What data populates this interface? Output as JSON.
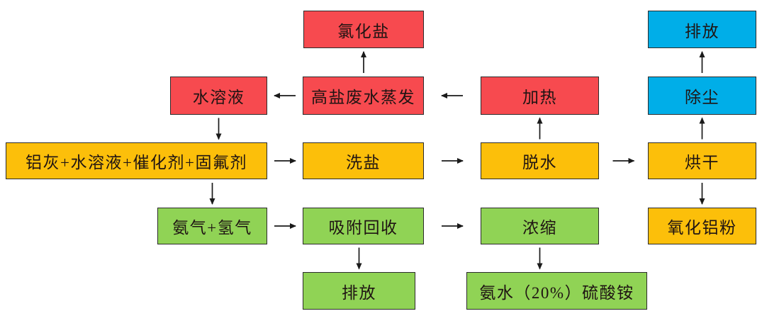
{
  "diagram": {
    "description": "Process flowchart with colored stage boxes connected by arrows",
    "palette": {
      "red": "#f74a4f",
      "orange": "#fcbf0a",
      "green": "#90d355",
      "blue": "#00aee8",
      "border": "#2b2b2b",
      "arrow": "#1a1a1a",
      "text": "#1f1413",
      "background": "#ffffff"
    },
    "nodes": [
      {
        "id": "chloride-salt",
        "label": "氯化盐",
        "color": "red"
      },
      {
        "id": "discharge-gas",
        "label": "排放",
        "color": "blue"
      },
      {
        "id": "aqueous-solution",
        "label": "水溶液",
        "color": "red"
      },
      {
        "id": "high-salt-evaporation",
        "label": "高盐废水蒸发",
        "color": "red"
      },
      {
        "id": "heating",
        "label": "加热",
        "color": "red"
      },
      {
        "id": "dust-removal",
        "label": "除尘",
        "color": "blue"
      },
      {
        "id": "aluminum-ash-mix",
        "label": "铝灰+水溶液+催化剂+固氟剂",
        "color": "orange"
      },
      {
        "id": "salt-washing",
        "label": "洗盐",
        "color": "orange"
      },
      {
        "id": "dewatering",
        "label": "脱水",
        "color": "orange"
      },
      {
        "id": "drying",
        "label": "烘干",
        "color": "orange"
      },
      {
        "id": "ammonia-hydrogen",
        "label": "氨气+氢气",
        "color": "green"
      },
      {
        "id": "adsorption-recovery",
        "label": "吸附回收",
        "color": "green"
      },
      {
        "id": "concentration",
        "label": "浓缩",
        "color": "green"
      },
      {
        "id": "alumina-powder",
        "label": "氧化铝粉",
        "color": "orange"
      },
      {
        "id": "discharge-tail",
        "label": "排放",
        "color": "green"
      },
      {
        "id": "ammonia-water-sulfate",
        "label": "氨水（20%）硫酸铵",
        "color": "green"
      }
    ],
    "edges": [
      {
        "from": "high-salt-evaporation",
        "to": "chloride-salt"
      },
      {
        "from": "heating",
        "to": "high-salt-evaporation"
      },
      {
        "from": "high-salt-evaporation",
        "to": "aqueous-solution"
      },
      {
        "from": "aqueous-solution",
        "to": "aluminum-ash-mix"
      },
      {
        "from": "aluminum-ash-mix",
        "to": "salt-washing"
      },
      {
        "from": "salt-washing",
        "to": "dewatering"
      },
      {
        "from": "dewatering",
        "to": "drying"
      },
      {
        "from": "dewatering",
        "to": "heating"
      },
      {
        "from": "drying",
        "to": "dust-removal"
      },
      {
        "from": "dust-removal",
        "to": "discharge-gas"
      },
      {
        "from": "drying",
        "to": "alumina-powder"
      },
      {
        "from": "aluminum-ash-mix",
        "to": "ammonia-hydrogen"
      },
      {
        "from": "ammonia-hydrogen",
        "to": "adsorption-recovery"
      },
      {
        "from": "adsorption-recovery",
        "to": "concentration"
      },
      {
        "from": "adsorption-recovery",
        "to": "discharge-tail"
      },
      {
        "from": "concentration",
        "to": "ammonia-water-sulfate"
      }
    ]
  }
}
